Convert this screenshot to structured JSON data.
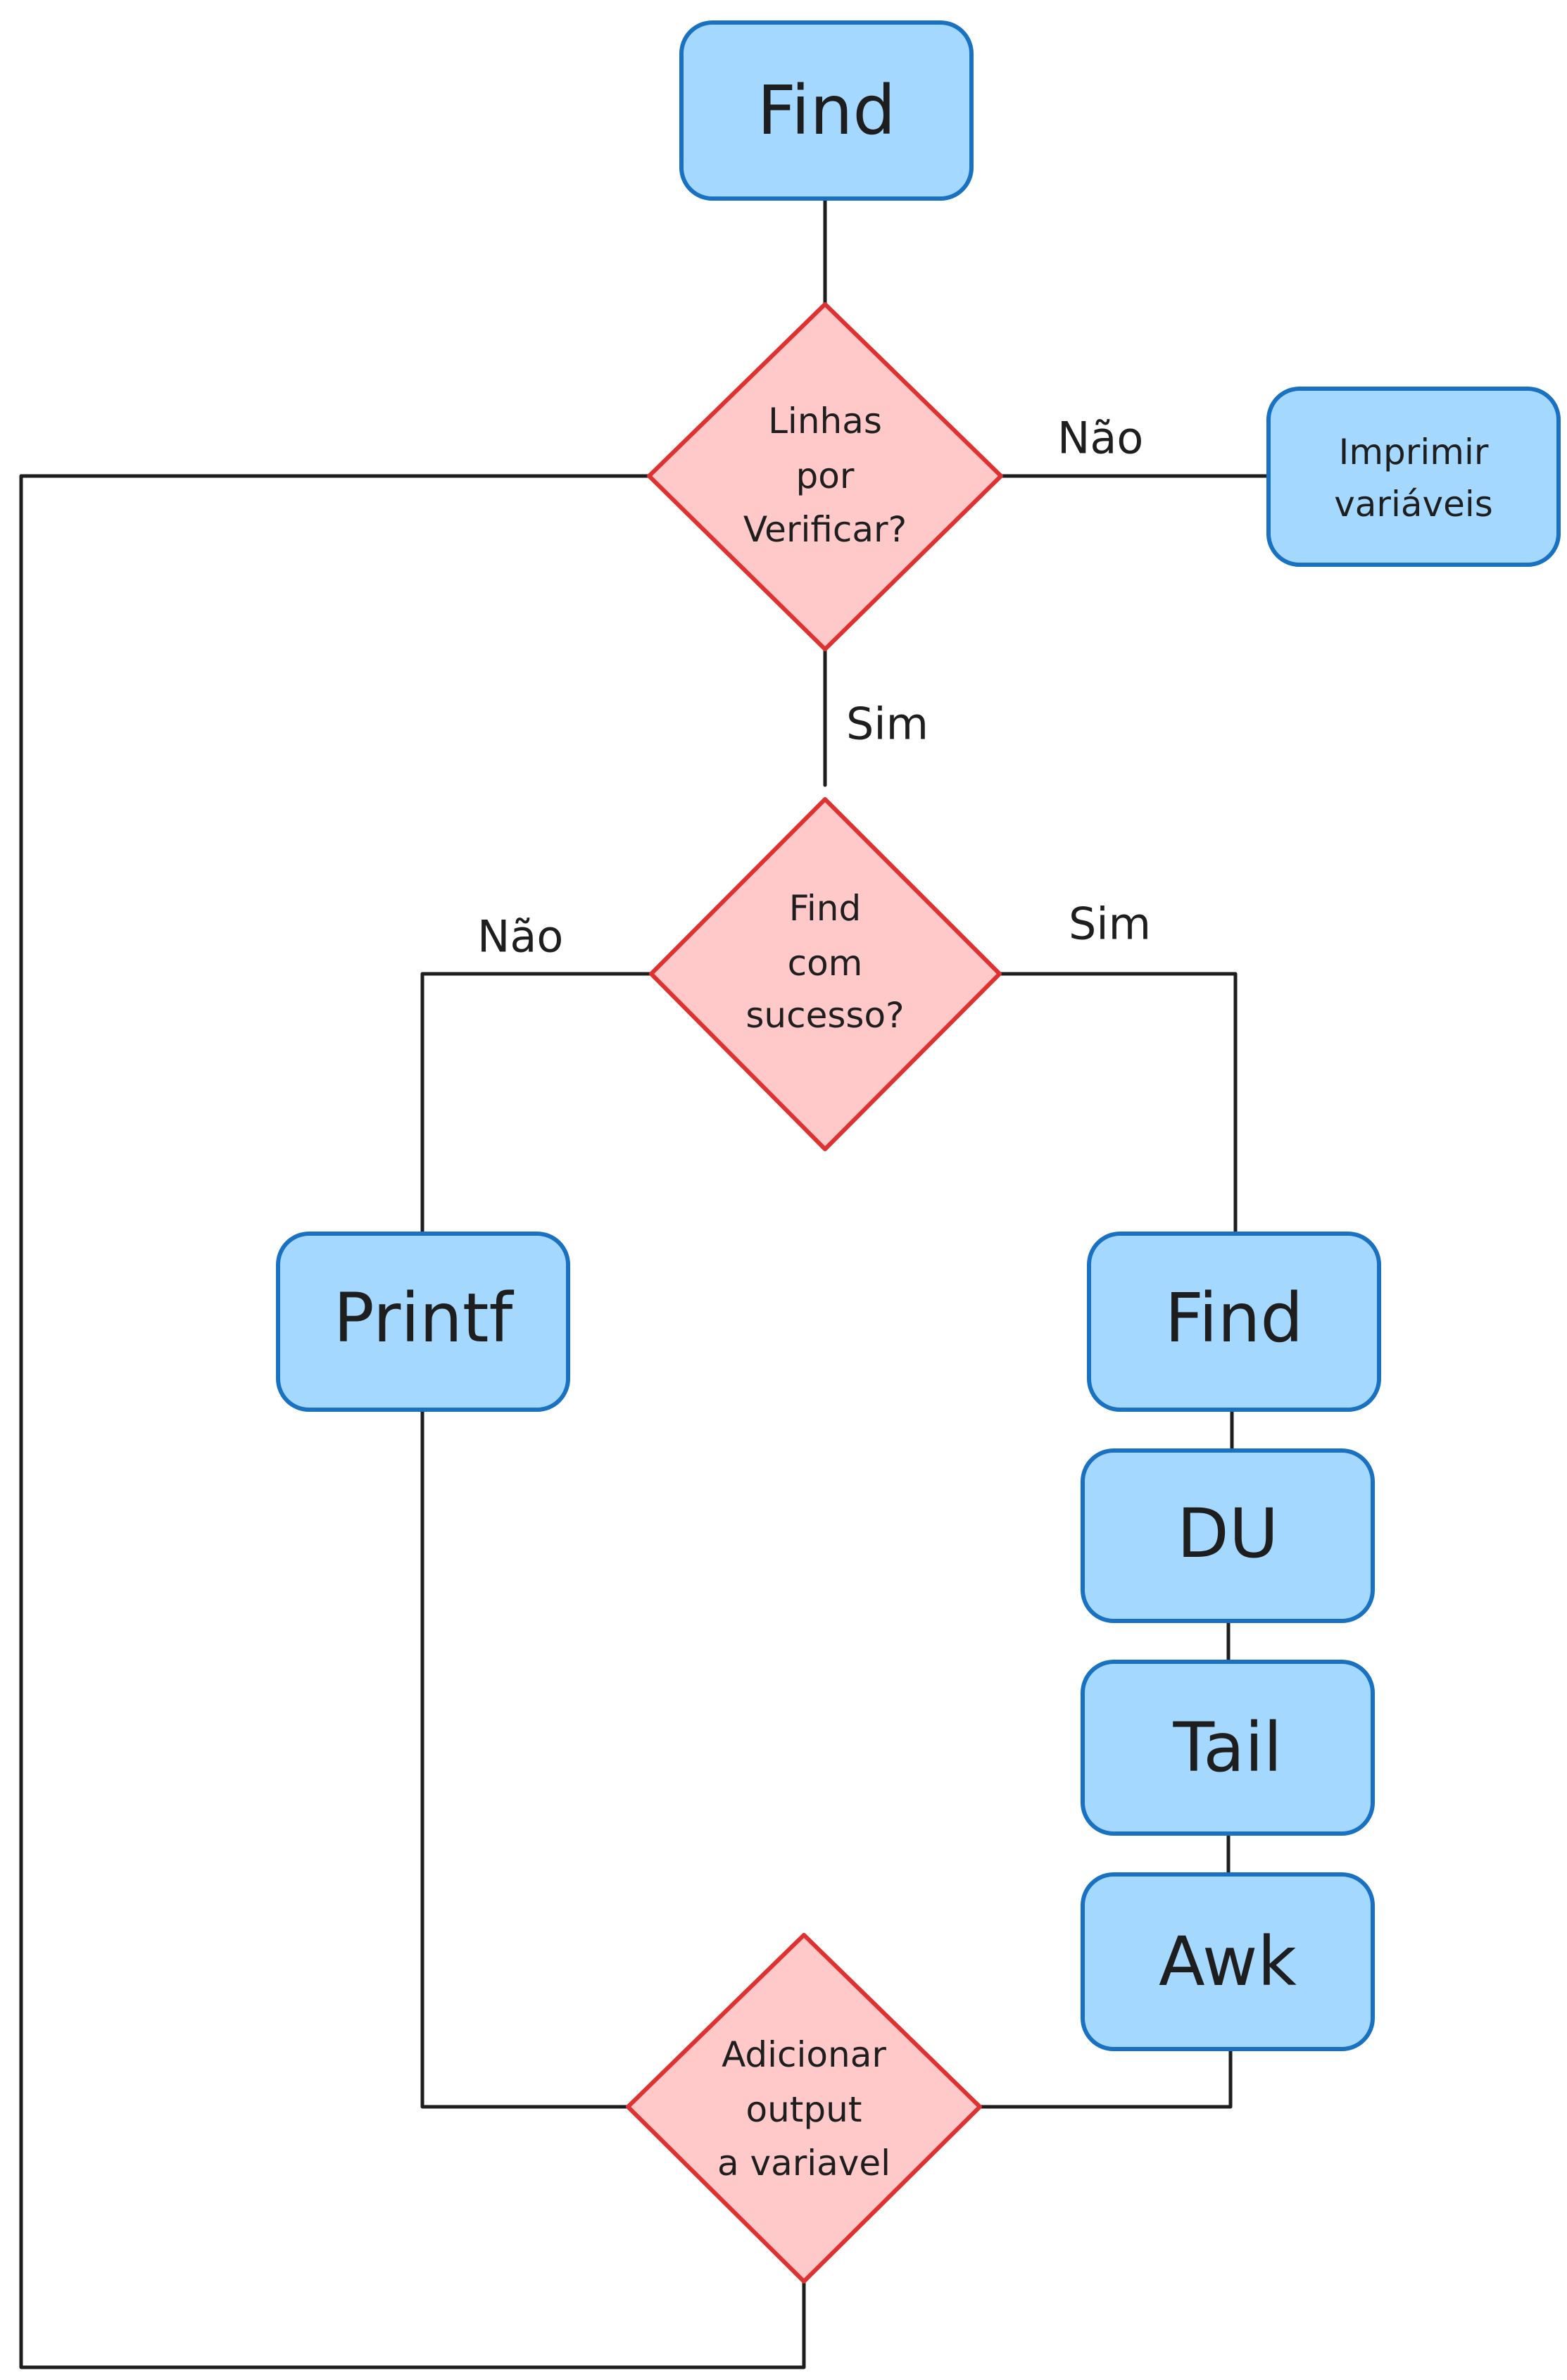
{
  "nodes": {
    "find_top": "Find",
    "decision_lines": [
      "Linhas",
      "por",
      "Verificar?"
    ],
    "print_vars": [
      "Imprimir",
      "variáveis"
    ],
    "decision_find": [
      "Find",
      "com",
      "sucesso?"
    ],
    "printf": "Printf",
    "find": "Find",
    "du": "DU",
    "tail": "Tail",
    "awk": "Awk",
    "decision_add": [
      "Adicionar",
      "output",
      "a variavel"
    ]
  },
  "edges": {
    "nao_top": "Não",
    "sim_top": "Sim",
    "nao_left": "Não",
    "sim_right": "Sim"
  },
  "colors": {
    "process_fill": "#a5d8ff",
    "process_stroke": "#1971c2",
    "decision_fill": "#ffc9c9",
    "decision_stroke": "#e03131"
  }
}
